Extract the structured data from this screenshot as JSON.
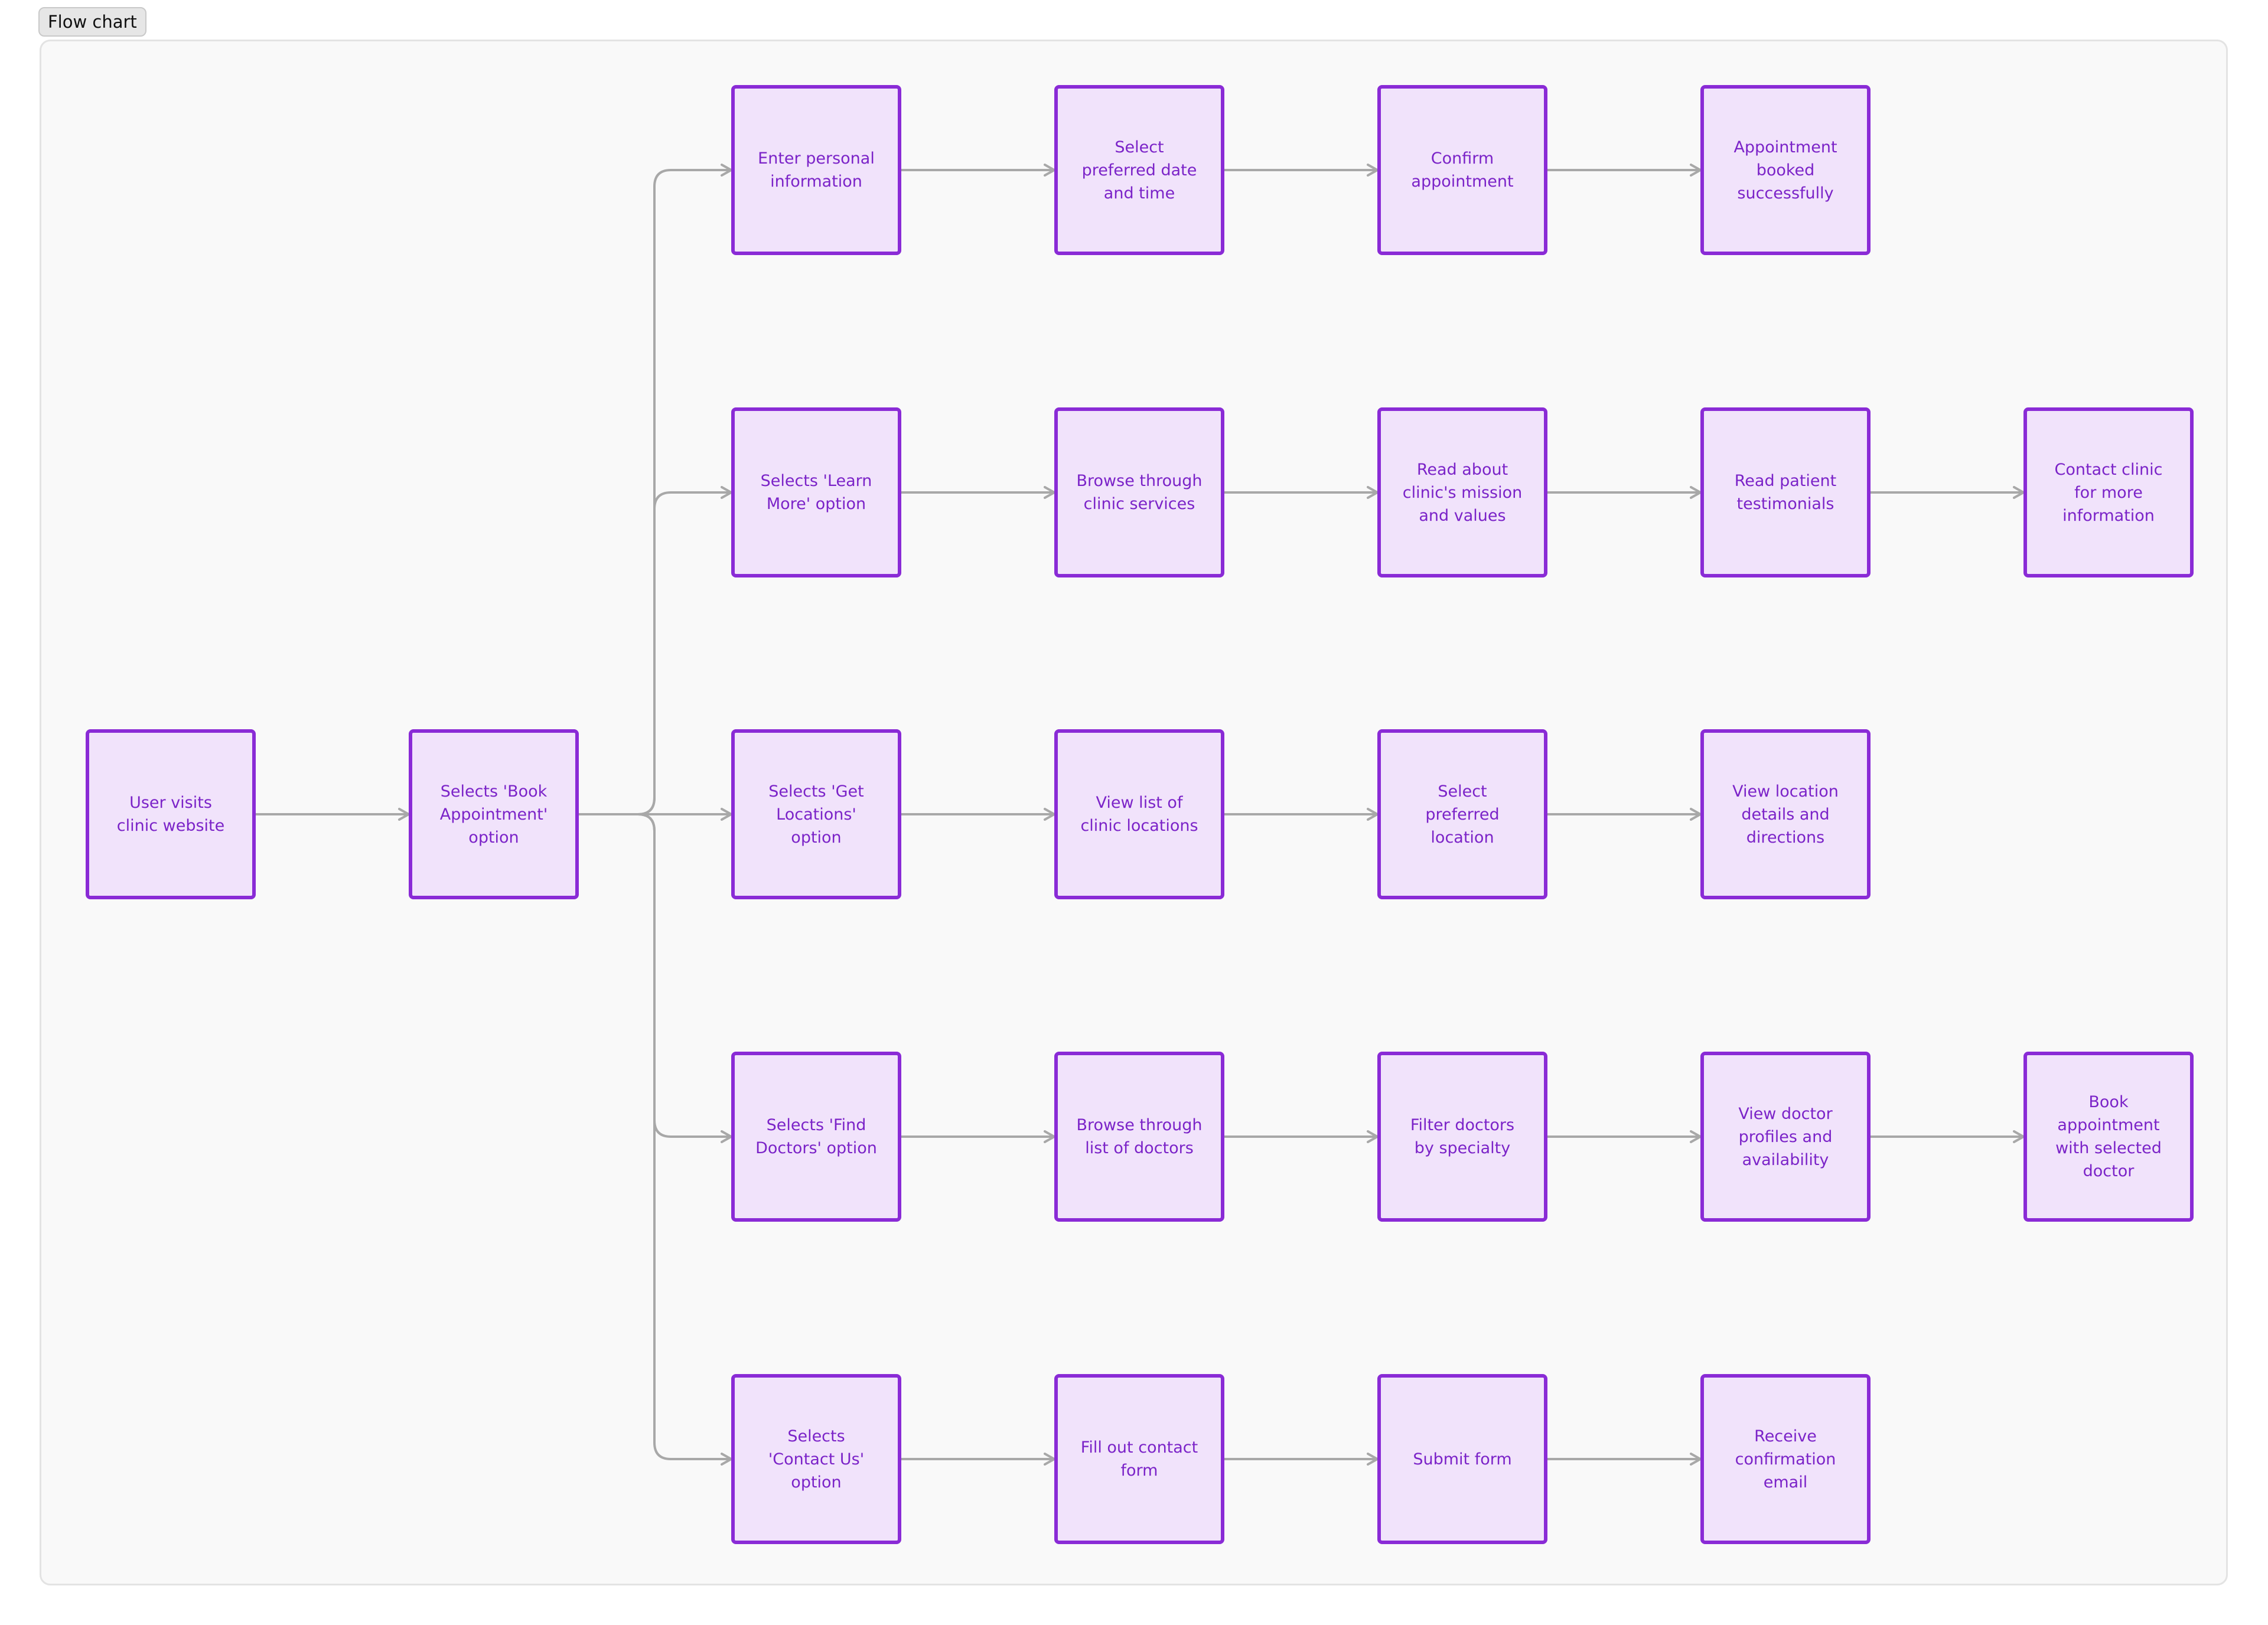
{
  "tab_label": "Flow chart",
  "colors": {
    "node_fill": "#f1e3fb",
    "node_border": "#8a2bd6",
    "node_text": "#7b23c8",
    "edge": "#a8a8a8"
  },
  "nodes": {
    "start": "User visits clinic website",
    "book": "Selects 'Book Appointment' option",
    "r1_1": "Enter personal information",
    "r1_2": "Select preferred date and time",
    "r1_3": "Confirm appointment",
    "r1_4": "Appointment booked successfully",
    "r2_1": "Selects 'Learn More' option",
    "r2_2": "Browse through clinic services",
    "r2_3": "Read about clinic's mission and values",
    "r2_4": "Read patient testimonials",
    "r2_5": "Contact clinic for more information",
    "r3_1": "Selects 'Get Locations' option",
    "r3_2": "View list of clinic locations",
    "r3_3": "Select preferred location",
    "r3_4": "View location details and directions",
    "r4_1": "Selects 'Find Doctors' option",
    "r4_2": "Browse through list of doctors",
    "r4_3": "Filter doctors by specialty",
    "r4_4": "View doctor profiles and availability",
    "r4_5": "Book appointment with selected doctor",
    "r5_1": "Selects 'Contact Us' option",
    "r5_2": "Fill out contact form",
    "r5_3": "Submit form",
    "r5_4": "Receive confirmation email"
  },
  "edges": [
    [
      "start",
      "book"
    ],
    [
      "book",
      "r1_1"
    ],
    [
      "book",
      "r2_1"
    ],
    [
      "book",
      "r3_1"
    ],
    [
      "book",
      "r4_1"
    ],
    [
      "book",
      "r5_1"
    ],
    [
      "r1_1",
      "r1_2"
    ],
    [
      "r1_2",
      "r1_3"
    ],
    [
      "r1_3",
      "r1_4"
    ],
    [
      "r2_1",
      "r2_2"
    ],
    [
      "r2_2",
      "r2_3"
    ],
    [
      "r2_3",
      "r2_4"
    ],
    [
      "r2_4",
      "r2_5"
    ],
    [
      "r3_1",
      "r3_2"
    ],
    [
      "r3_2",
      "r3_3"
    ],
    [
      "r3_3",
      "r3_4"
    ],
    [
      "r4_1",
      "r4_2"
    ],
    [
      "r4_2",
      "r4_3"
    ],
    [
      "r4_3",
      "r4_4"
    ],
    [
      "r4_4",
      "r4_5"
    ],
    [
      "r5_1",
      "r5_2"
    ],
    [
      "r5_2",
      "r5_3"
    ],
    [
      "r5_3",
      "r5_4"
    ]
  ]
}
